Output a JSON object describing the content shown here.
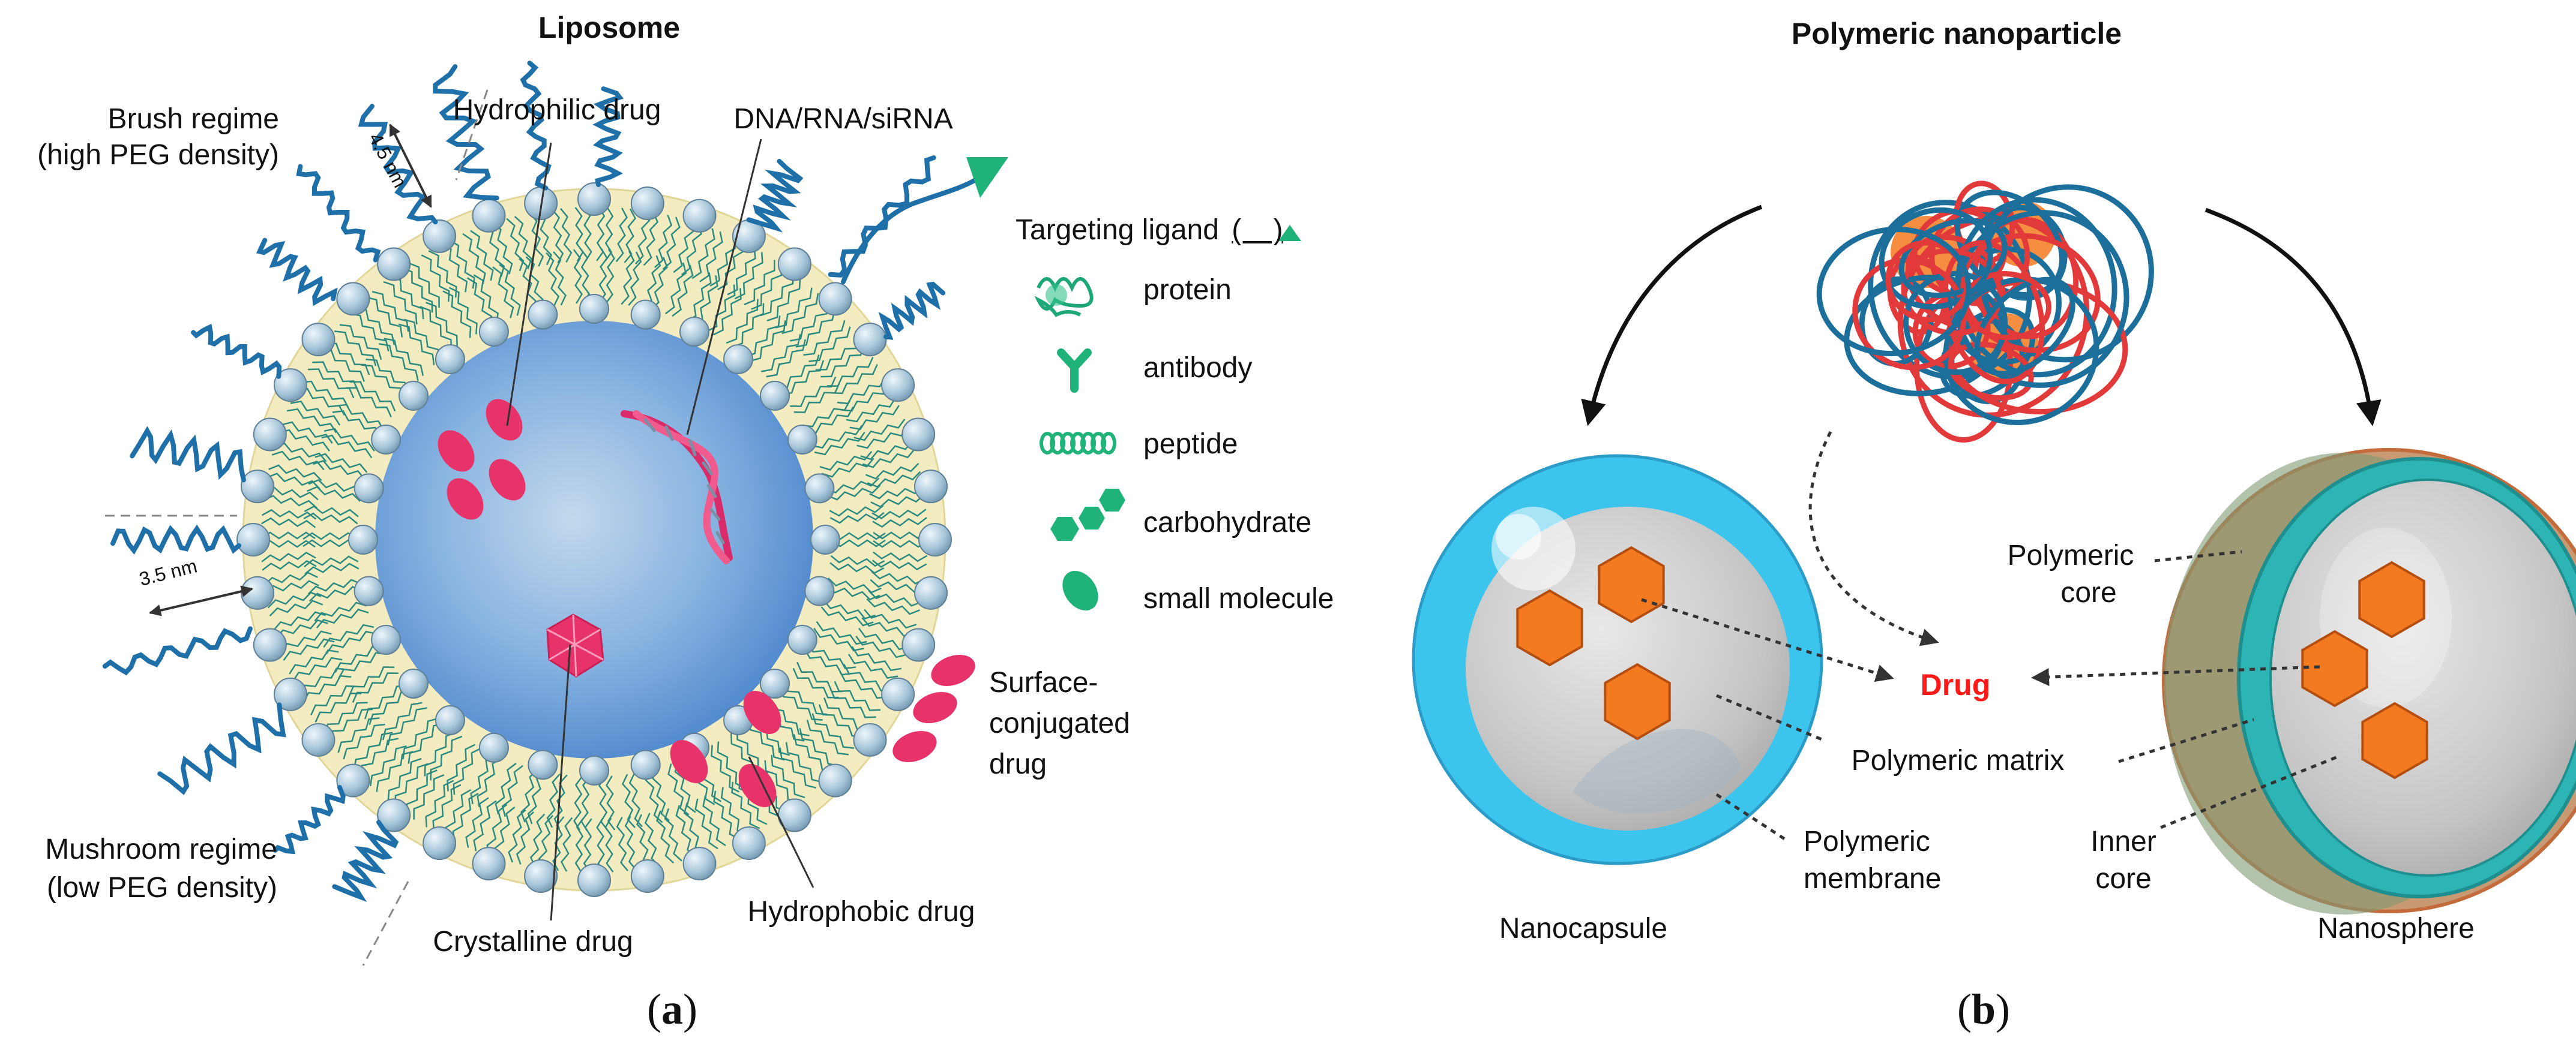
{
  "panel_a": {
    "title": "Liposome",
    "labels": {
      "brush_regime": "Brush regime",
      "brush_density": "(high PEG density)",
      "dim_outer": "4.5 nm",
      "dim_inner": "3.5 nm",
      "hydrophilic_drug": "Hydrophilic drug",
      "nucleic_acid": "DNA/RNA/siRNA",
      "surface_drug_1": "Surface-",
      "surface_drug_2": "conjugated",
      "surface_drug_3": "drug",
      "mushroom_regime": "Mushroom regime",
      "mushroom_density": "(low PEG density)",
      "crystalline_drug": "Crystalline drug",
      "hydrophobic_drug": "Hydrophobic drug"
    },
    "legend": {
      "title": "Targeting ligand",
      "items": [
        {
          "label": "protein",
          "icon": "protein-icon"
        },
        {
          "label": "antibody",
          "icon": "antibody-icon"
        },
        {
          "label": "peptide",
          "icon": "peptide-icon"
        },
        {
          "label": "carbohydrate",
          "icon": "carbohydrate-icon"
        },
        {
          "label": "small molecule",
          "icon": "small-molecule-icon"
        }
      ]
    },
    "caption_letter": "a"
  },
  "panel_b": {
    "title": "Polymeric nanoparticle",
    "labels": {
      "drug": "Drug",
      "polymeric_core_1": "Polymeric",
      "polymeric_core_2": "core",
      "polymeric_matrix": "Polymeric matrix",
      "polymeric_membrane_1": "Polymeric",
      "polymeric_membrane_2": "membrane",
      "inner_core_1": "Inner",
      "inner_core_2": "core",
      "nanocapsule": "Nanocapsule",
      "nanosphere": "Nanosphere"
    },
    "caption_letter": "b"
  },
  "colors": {
    "peg": "#1f6fa8",
    "head": "#a9c9dc",
    "tail": "#2a8a80",
    "core": "#5f98d8",
    "ligand": "#1fb37a",
    "drug_pink": "#e8336a",
    "drug_orange": "#f47a20",
    "capsule": "#3cc5ec",
    "drug_label": "#ff1a1a"
  }
}
